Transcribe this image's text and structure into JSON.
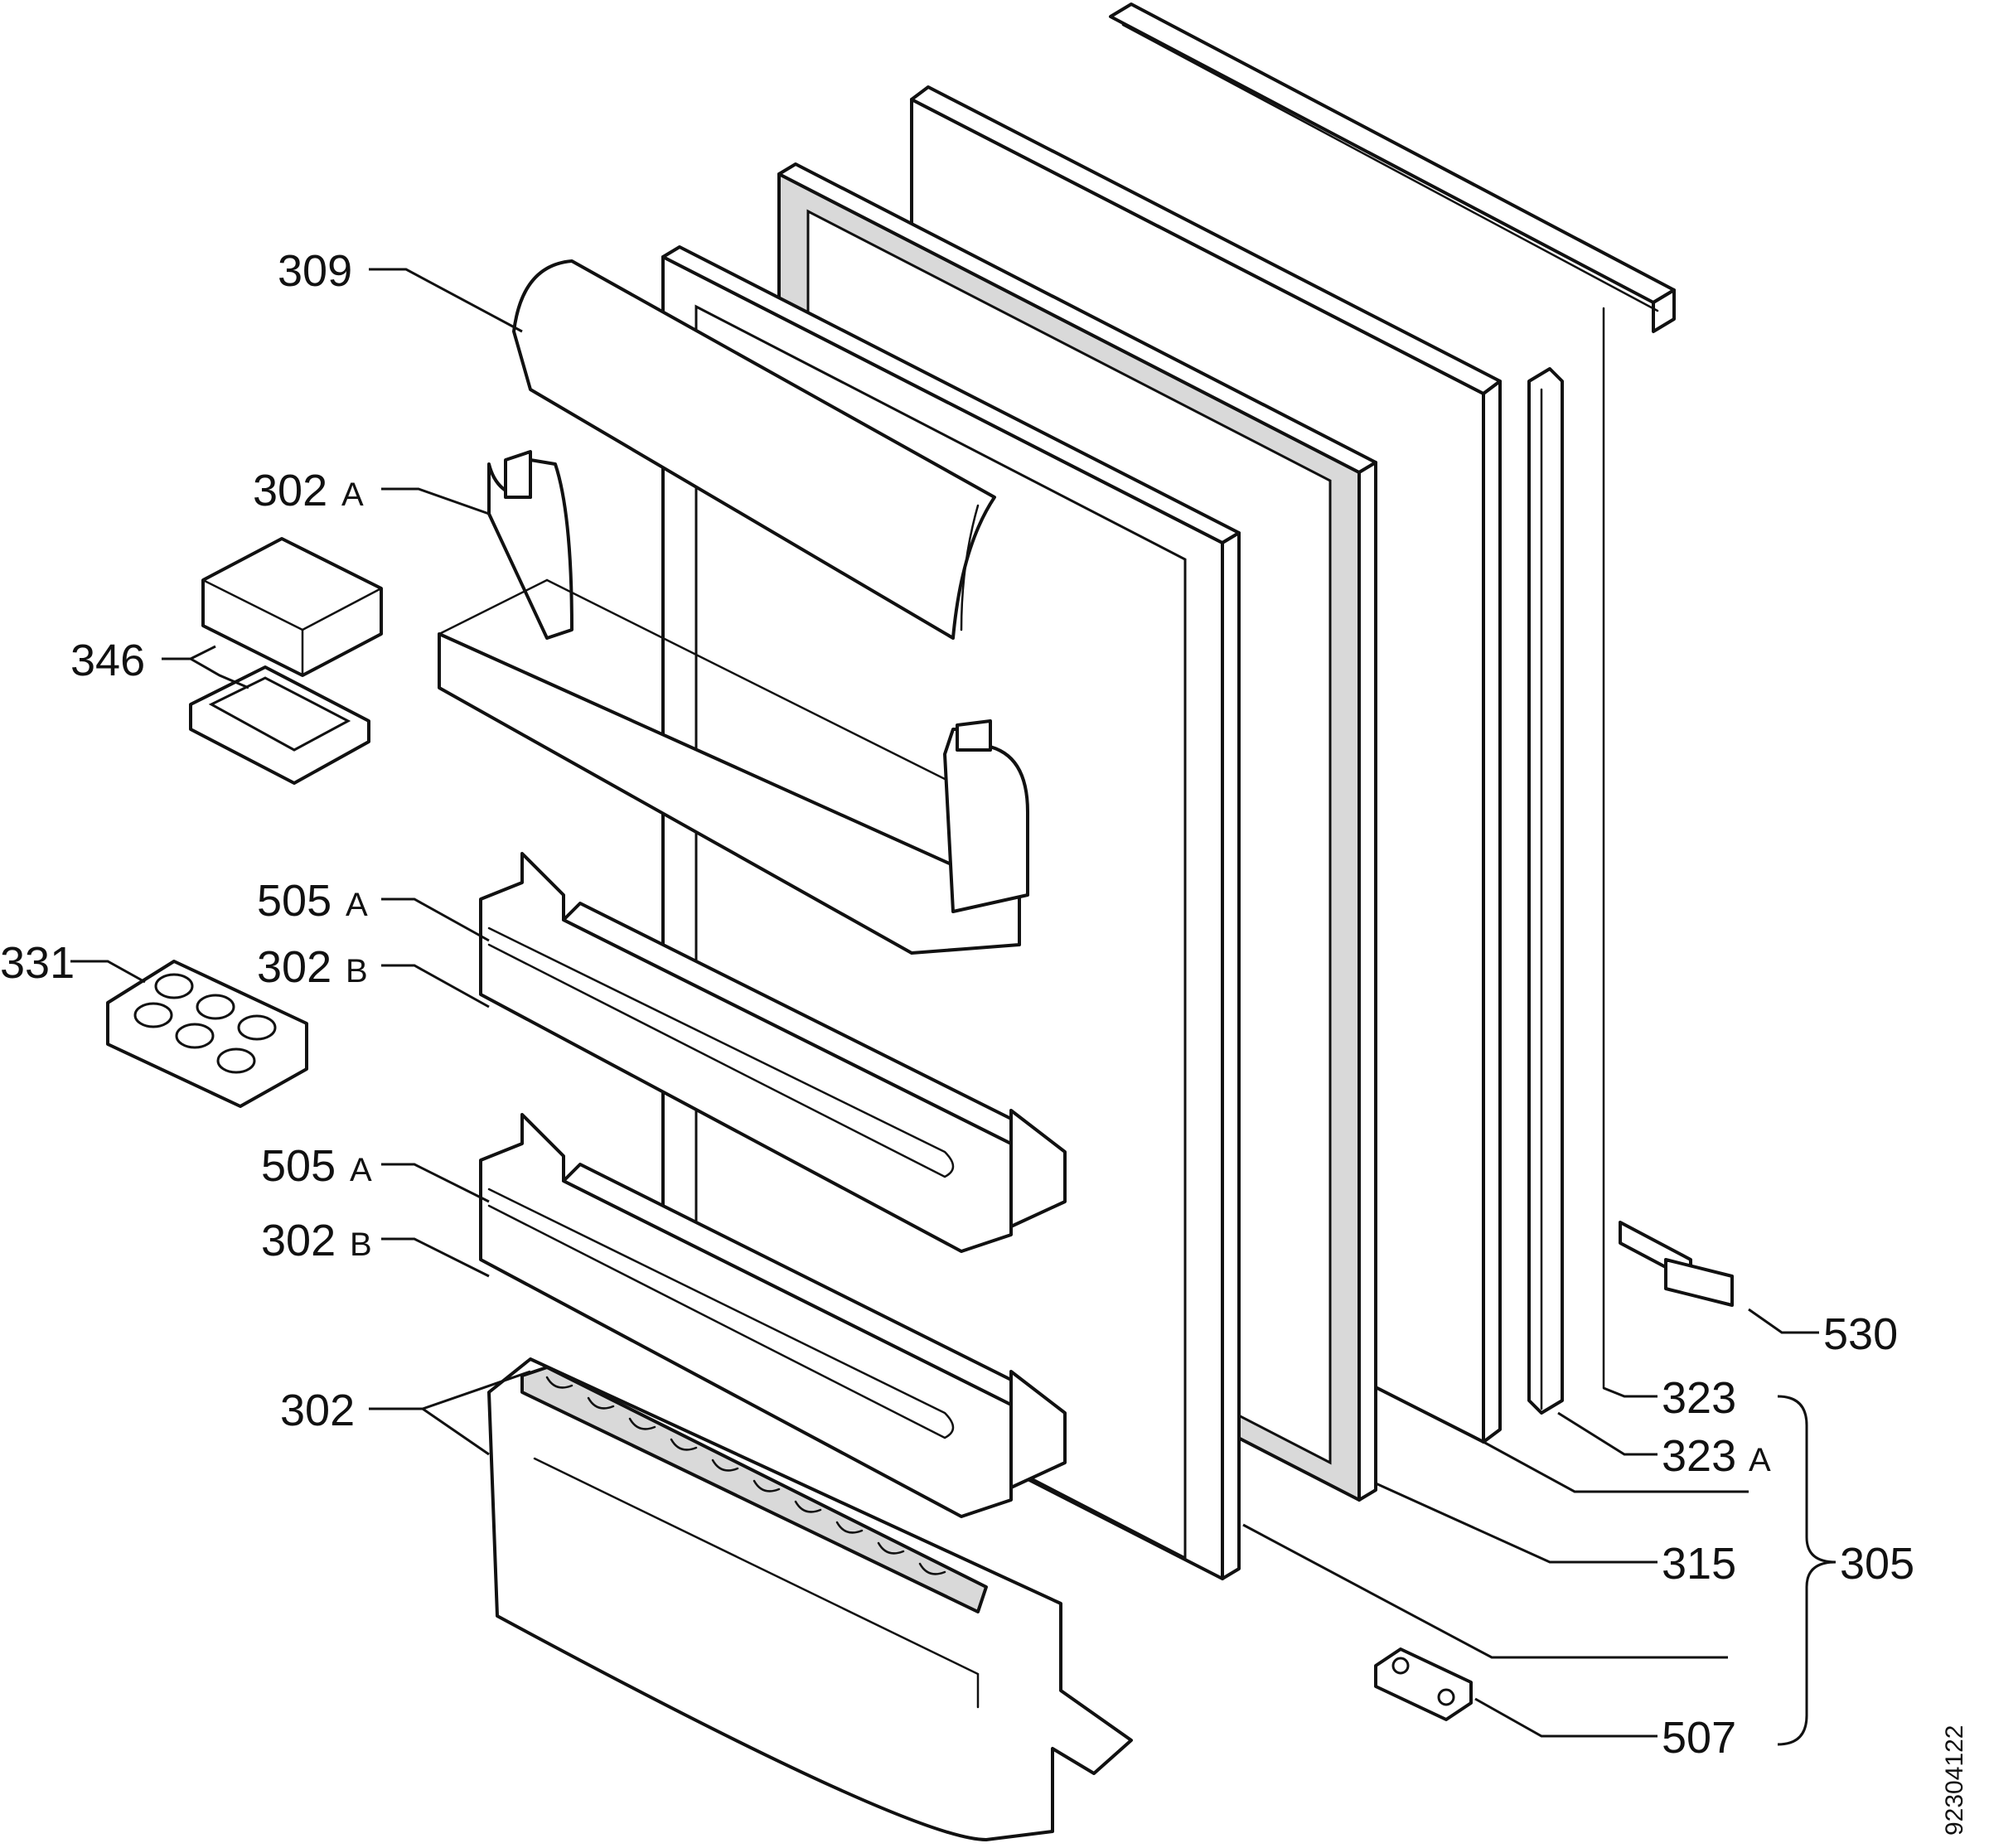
{
  "labels": {
    "l309": {
      "num": "309",
      "suffix": ""
    },
    "l302a": {
      "num": "302",
      "suffix": "A"
    },
    "l346": {
      "num": "346",
      "suffix": ""
    },
    "l505a_1": {
      "num": "505",
      "suffix": "A"
    },
    "l302b_1": {
      "num": "302",
      "suffix": "B"
    },
    "l331": {
      "num": "331",
      "suffix": ""
    },
    "l505a_2": {
      "num": "505",
      "suffix": "A"
    },
    "l302b_2": {
      "num": "302",
      "suffix": "B"
    },
    "l302": {
      "num": "302",
      "suffix": ""
    },
    "l530": {
      "num": "530",
      "suffix": ""
    },
    "l323": {
      "num": "323",
      "suffix": ""
    },
    "l323a": {
      "num": "323",
      "suffix": "A"
    },
    "l315": {
      "num": "315",
      "suffix": ""
    },
    "l305": {
      "num": "305",
      "suffix": ""
    },
    "l507": {
      "num": "507",
      "suffix": ""
    }
  },
  "drawing_code": "92304122"
}
